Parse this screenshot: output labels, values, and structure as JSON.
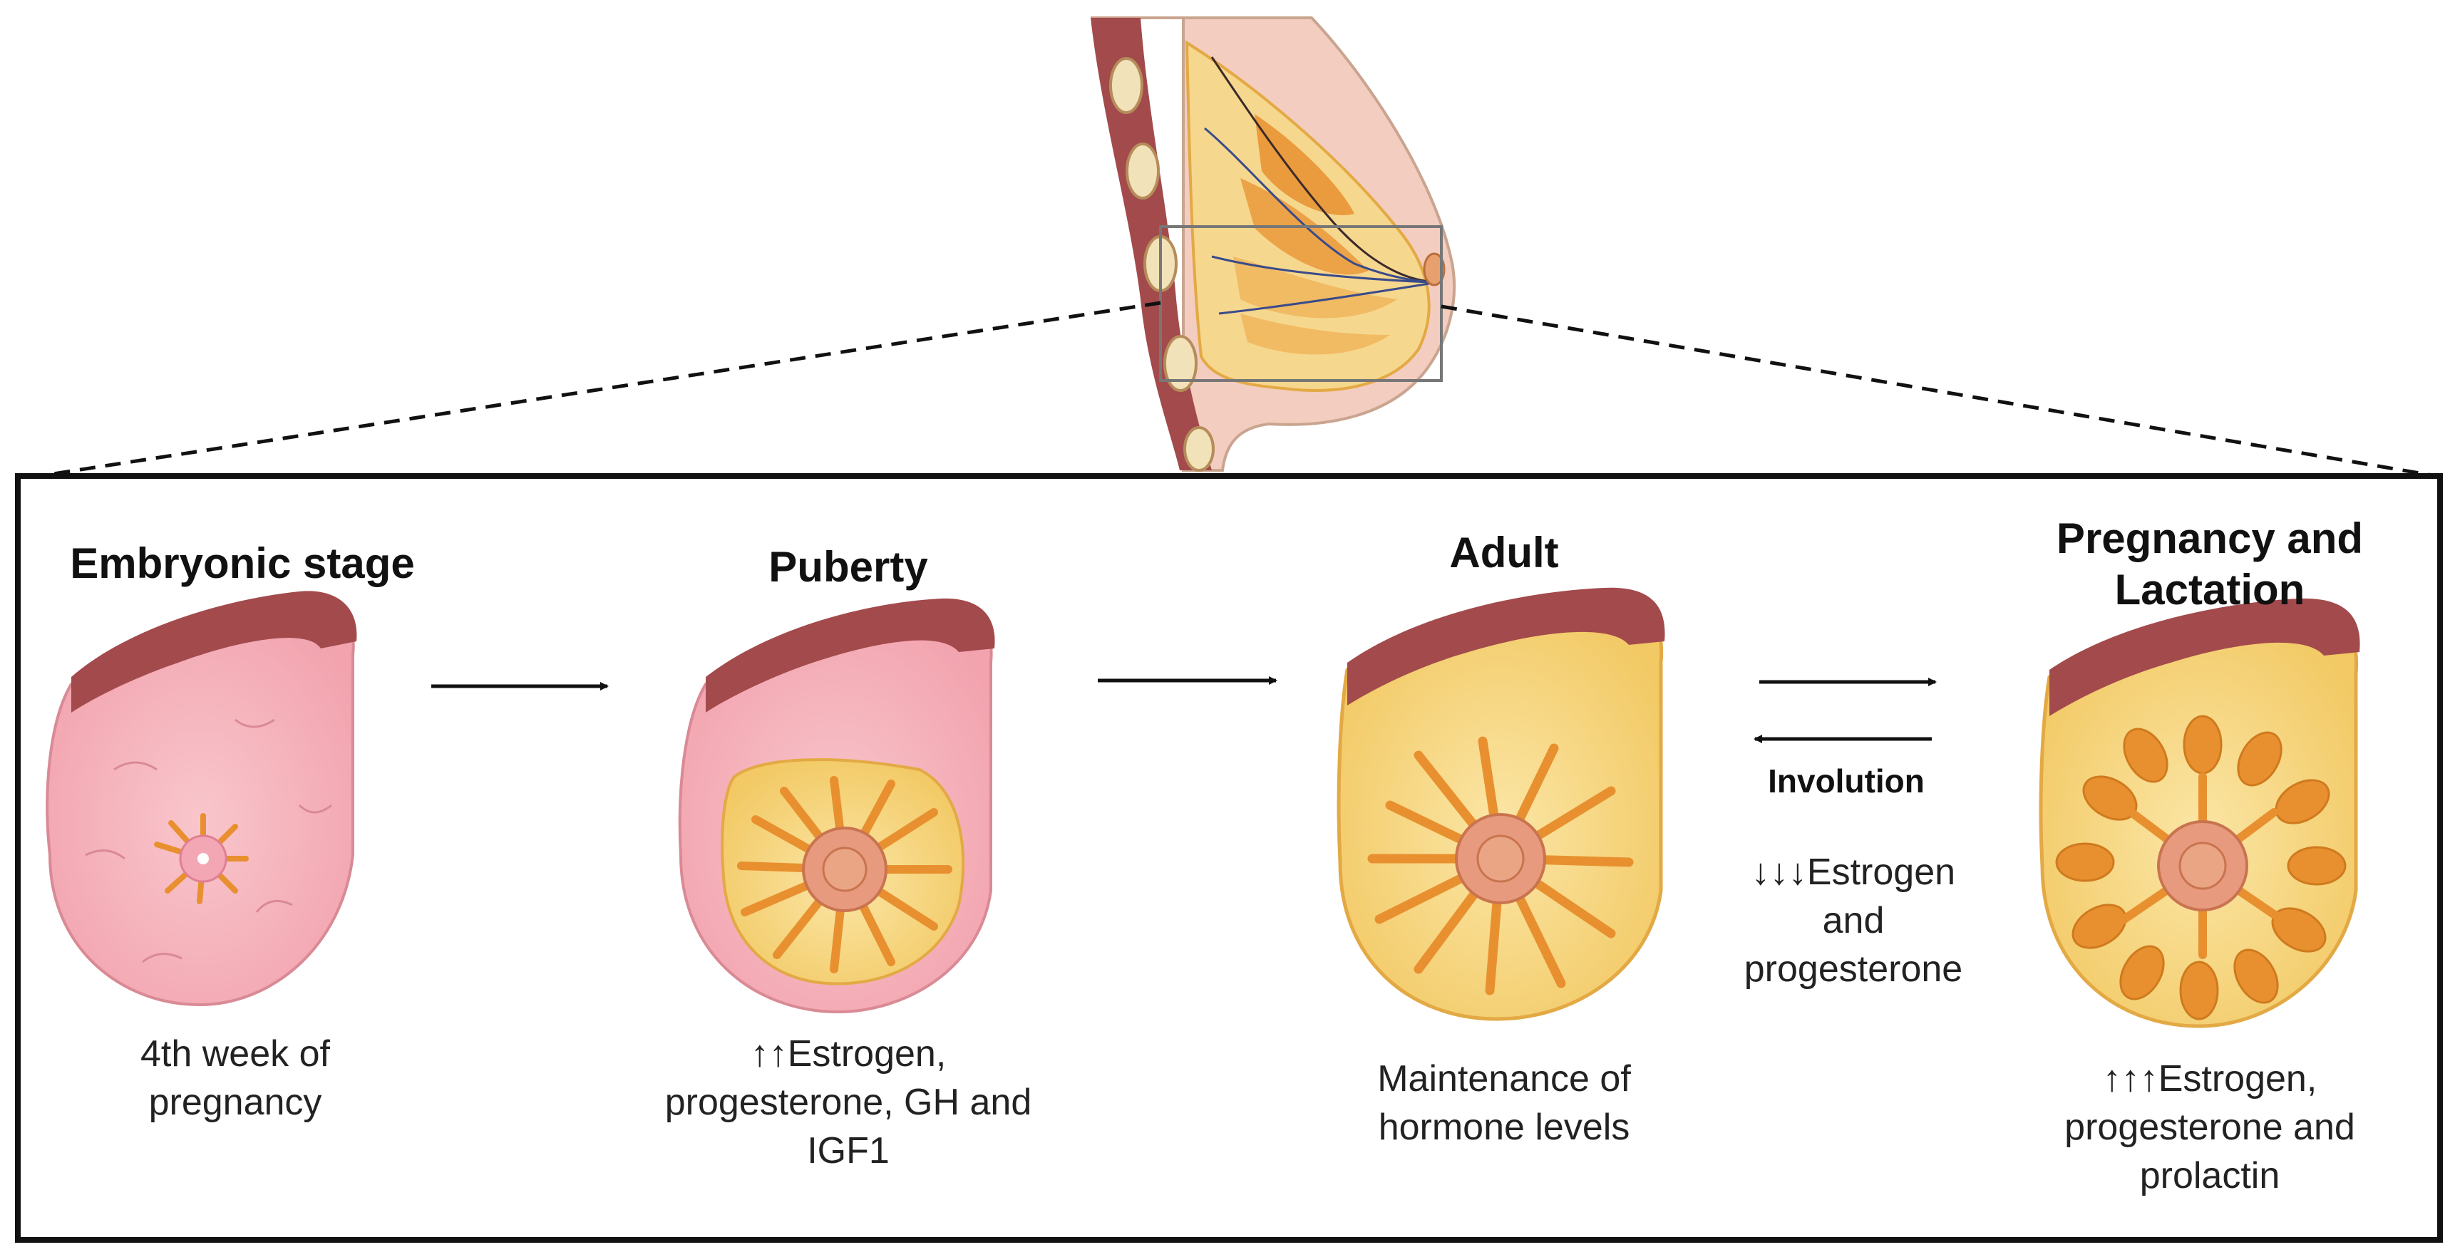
{
  "stages": [
    {
      "title": "Embryonic stage",
      "caption": "4th week of\npregnancy"
    },
    {
      "title": "Puberty",
      "caption": "↑↑Estrogen,\nprogesterone, GH and\nIGF1"
    },
    {
      "title": "Adult",
      "caption": "Maintenance of\nhormone levels"
    },
    {
      "title": "Pregnancy and\nLactation",
      "caption": "↑↑↑Estrogen,\nprogesterone and\nprolactin"
    }
  ],
  "involution": {
    "label": "Involution",
    "caption": "↓↓↓Estrogen\nand\nprogesterone"
  },
  "colors": {
    "skin": "#f3cdbf",
    "muscle": "#a34a4c",
    "fat": "#f6d78e",
    "fat_light": "#fae8b4",
    "gland": "#e8902f",
    "pink": "#f4a6b0",
    "areola": "#e79a7d",
    "frame": "#111111"
  }
}
